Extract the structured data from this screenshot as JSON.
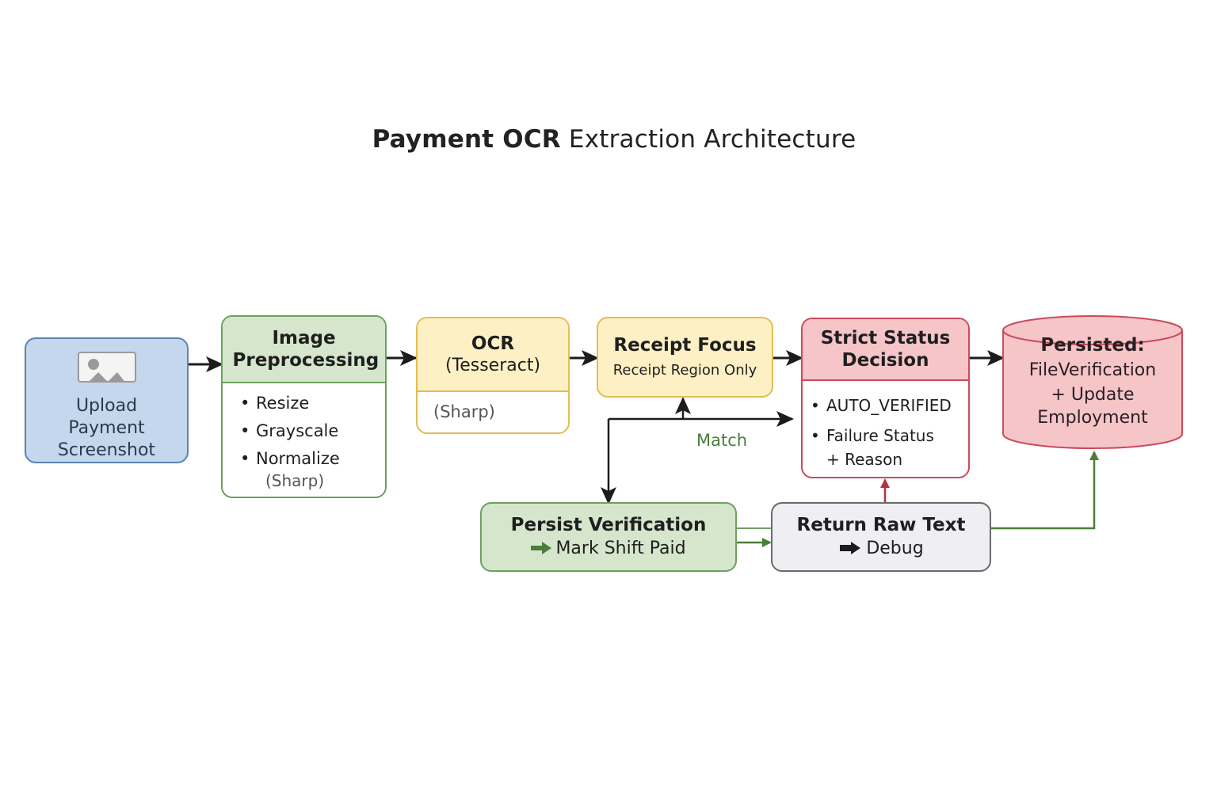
{
  "title": {
    "bold": "Payment OCR",
    "rest": "Extraction Architecture"
  },
  "nodes": {
    "upload": {
      "label": "Upload Payment Screenshot",
      "icon": "image-icon"
    },
    "preprocess": {
      "title": "Image Preprocessing",
      "steps": [
        "Resize",
        "Grayscale",
        "Normalize"
      ],
      "note": "(Sharp)"
    },
    "ocr": {
      "title": "OCR",
      "subtitle": "(Tesseract)",
      "note": "(Sharp)"
    },
    "receipt": {
      "title": "Receipt Focus",
      "subtitle": "Receipt Region Only"
    },
    "decision": {
      "title": "Strict Status Decision",
      "items": [
        "AUTO_VERIFIED",
        "Failure Status"
      ],
      "item_cont": "+ Reason"
    },
    "persisted": {
      "line1": "Persisted:",
      "line2": "FileVerification",
      "line3": "+ Update",
      "line4": "Employment"
    },
    "persist_verification": {
      "title": "Persist Verification",
      "action": "Mark Shift Paid"
    },
    "raw_text": {
      "title": "Return Raw Text",
      "action": "Debug"
    }
  },
  "edges": {
    "match_label": "Match"
  },
  "colors": {
    "blue_fill": "#c5d7ec",
    "blue_stroke": "#5b82b4",
    "green_fill": "#d5e6cd",
    "green_stroke": "#6ea05f",
    "yellow_fill": "#fdf0c4",
    "yellow_stroke": "#e2bd55",
    "red_fill": "#f5c5c8",
    "red_stroke": "#cc4a5a",
    "gray_fill": "#efeef2",
    "gray_stroke": "#6b6b6b",
    "arrow_dark": "#1c1c1c",
    "arrow_green": "#4c7d3a",
    "arrow_red": "#b0343e"
  }
}
